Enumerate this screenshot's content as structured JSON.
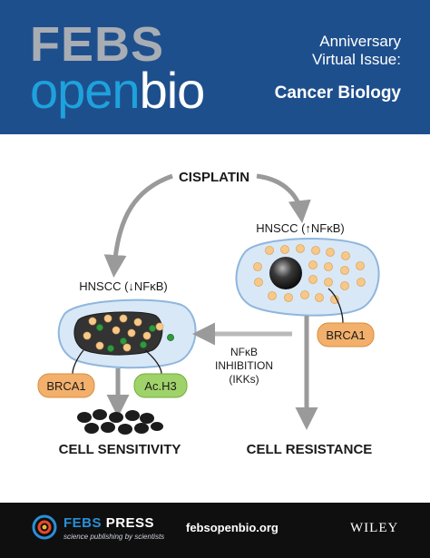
{
  "header": {
    "logo_top": "FEBS",
    "logo_open": "open",
    "logo_bio": "bio",
    "issue_line1": "Anniversary",
    "issue_line2": "Virtual Issue:",
    "issue_topic": "Cancer Biology",
    "background_color": "#1e4f8d"
  },
  "diagram": {
    "drug": "CISPLATIN",
    "cell_left_label": "HNSCC (↓NFκB)",
    "cell_right_label": "HNSCC (↑NFκB)",
    "inhibition_line1": "NFκB",
    "inhibition_line2": "INHIBITION",
    "inhibition_line3": "(IKKs)",
    "marker_brca1_left": "BRCA1",
    "marker_ach3": "Ac.H3",
    "marker_brca1_right": "BRCA1",
    "outcome_left": "CELL SENSITIVITY",
    "outcome_right": "CELL RESISTANCE",
    "colors": {
      "cell_fill": "#d9e8f6",
      "cell_stroke": "#8fb6dd",
      "granule": "#f6c98a",
      "green_granule": "#2f9a3e",
      "brca1_badge": "#f2b06c",
      "ach3_badge": "#9fd36a",
      "arrow": "#9a9a9a"
    }
  },
  "footer": {
    "press_febs": "FEBS",
    "press_word": "PRESS",
    "press_tagline": "science publishing by scientists",
    "url": "febsopenbio.org",
    "publisher": "WILEY"
  }
}
